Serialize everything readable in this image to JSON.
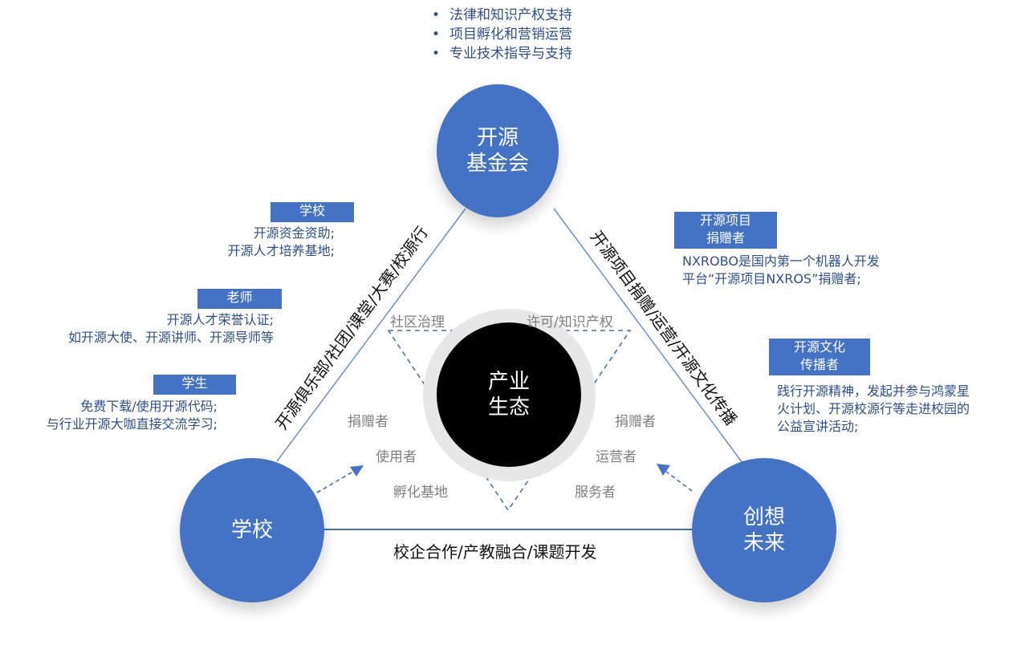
{
  "top_bullets": [
    "法律和知识产权支持",
    "项目孵化和营销运营",
    "专业技术指导与支持"
  ],
  "nodes": {
    "foundation": [
      "开源",
      "基金会"
    ],
    "school": "学校",
    "company": [
      "创想",
      "未来"
    ],
    "center": [
      "产业",
      "生态"
    ]
  },
  "edges": {
    "left": "开源俱乐部/社团/课堂/大赛/校源行",
    "right": "开源项目捐赠/运营/开源文化传播",
    "bottom": "校企合作/产教融合/课题开发"
  },
  "inner_labels": {
    "top_left": "社区治理",
    "top_right": "许可/知识产权",
    "left": [
      "捐赠者",
      "使用者",
      "孵化基地"
    ],
    "right": [
      "捐赠者",
      "运营者",
      "服务者"
    ]
  },
  "left_panels": [
    {
      "badge": [
        "学校"
      ],
      "lines": [
        "开源资金资助;",
        "开源人才培养基地;"
      ]
    },
    {
      "badge": [
        "老师"
      ],
      "lines": [
        "开源人才荣誉认证;",
        "如开源大使、开源讲师、开源导师等"
      ]
    },
    {
      "badge": [
        "学生"
      ],
      "lines": [
        "免费下载/使用开源代码;",
        "与行业开源大咖直接交流学习;"
      ]
    }
  ],
  "right_panels": [
    {
      "badge": [
        "开源项目",
        "捐赠者"
      ],
      "lines": [
        "NXROBO是国内第一个机器人开发",
        "平台“开源项目NXROS”捐赠者;"
      ]
    },
    {
      "badge": [
        "开源文化",
        "传播者"
      ],
      "lines": [
        "践行开源精神，发起并参与鸿蒙星",
        "火计划、开源校源行等走进校园的",
        "公益宣讲活动;"
      ]
    }
  ],
  "colors": {
    "primary": "#4472c4",
    "text_blue": "#2e4e8e",
    "center": "#000000",
    "halo": "#e7e7e7"
  }
}
